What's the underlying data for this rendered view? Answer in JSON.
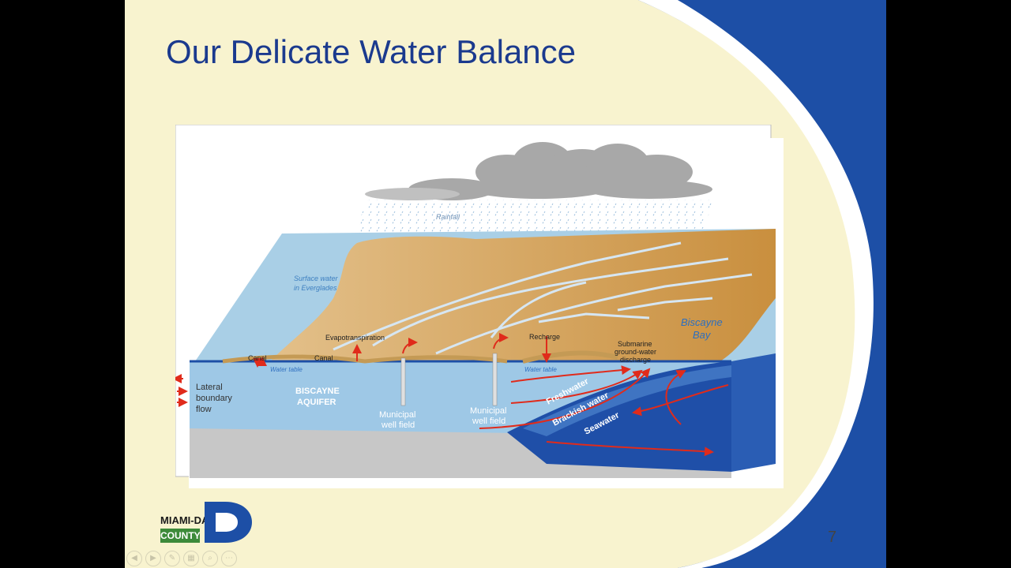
{
  "slide": {
    "title": "Our Delicate Water Balance",
    "page_number": "7"
  },
  "diagram": {
    "labels": {
      "rainfall": "Rainfall",
      "surface_water_1": "Surface water",
      "surface_water_2": "in Everglades",
      "biscayne_bay_1": "Biscayne",
      "biscayne_bay_2": "Bay",
      "evapotranspiration": "Evapotranspiration",
      "recharge": "Recharge",
      "submarine_1": "Submarine",
      "submarine_2": "ground-water",
      "submarine_3": "discharge",
      "canal_left": "Canal",
      "canal_right": "Canal",
      "water_table_left": "Water table",
      "water_table_right": "Water table",
      "lateral_1": "Lateral",
      "lateral_2": "boundary",
      "lateral_3": "flow",
      "aquifer_1": "BISCAYNE",
      "aquifer_2": "AQUIFER",
      "well_left_1": "Municipal",
      "well_left_2": "well field",
      "well_right_1": "Municipal",
      "well_right_2": "well field",
      "freshwater": "Freshwater",
      "brackish": "Brackish water",
      "seawater": "Seawater"
    }
  },
  "logo": {
    "line1": "MIAMI-DADE",
    "line2": "COUNTY"
  },
  "colors": {
    "slide_bg": "#f8f3cf",
    "title": "#1b3a8e",
    "corner_blue": "#1d4fa6",
    "aquifer": "#7fb6df",
    "seawater": "#1f4fa8",
    "land": "#d9a35a",
    "arrow": "#e02b1b"
  }
}
